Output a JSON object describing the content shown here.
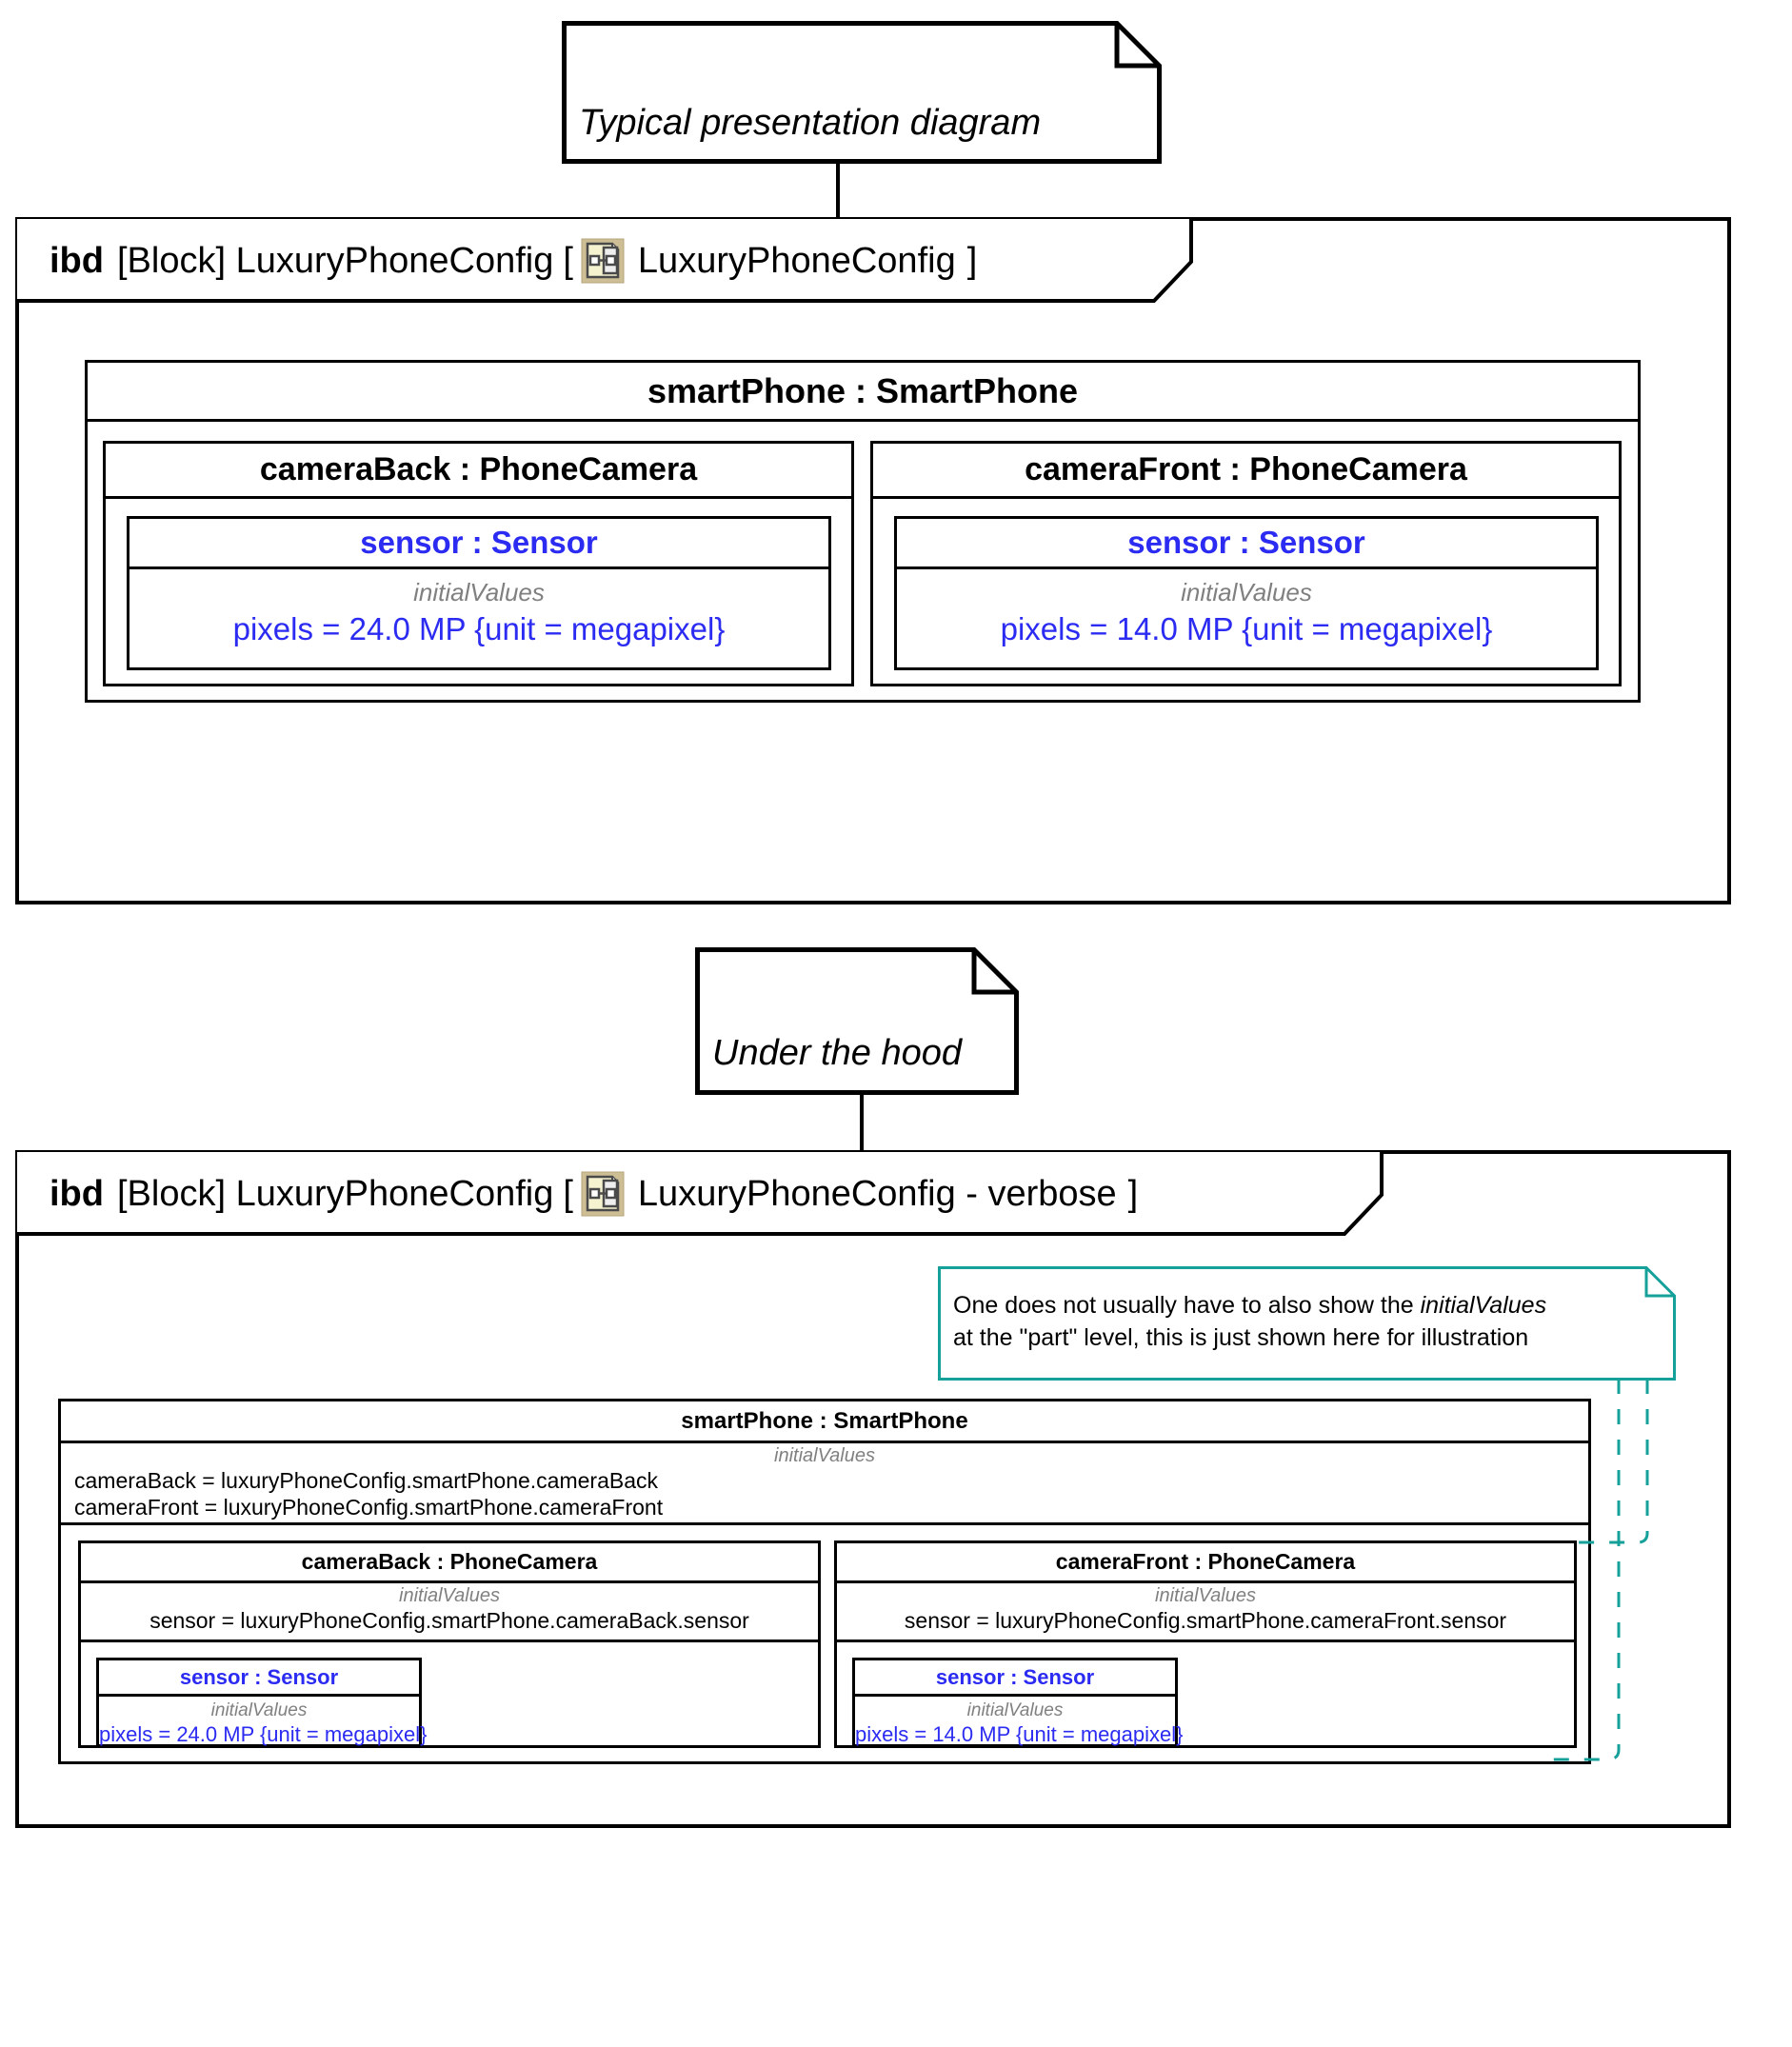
{
  "colors": {
    "black": "#000000",
    "blue": "#2b2bf2",
    "gray": "#808080",
    "teal": "#16a09a",
    "icon_bg": "#cdbe96",
    "icon_page": "#f5f2d0",
    "icon_page2": "#eeeeee"
  },
  "note_top": {
    "text": "Typical presentation diagram"
  },
  "note_mid": {
    "text": "Under the hood"
  },
  "note_teal": {
    "line1_a": "One does not usually have to also show the ",
    "line1_b": "initialValues",
    "line2": "at the \"part\" level, this is just shown here for illustration"
  },
  "diagram1": {
    "header": {
      "kind": "ibd",
      "scope": "[Block] LuxuryPhoneConfig",
      "bracket_open": "[",
      "icon": "ibd-reference-icon",
      "name": "LuxuryPhoneConfig",
      "bracket_close": "]"
    },
    "smartPhone": {
      "title": "smartPhone : SmartPhone",
      "cameraBack": {
        "title": "cameraBack : PhoneCamera",
        "sensor": {
          "title": "sensor : Sensor",
          "compartment_label": "initialValues",
          "values": [
            "pixels = 24.0 MP {unit = megapixel}"
          ]
        }
      },
      "cameraFront": {
        "title": "cameraFront : PhoneCamera",
        "sensor": {
          "title": "sensor : Sensor",
          "compartment_label": "initialValues",
          "values": [
            "pixels = 14.0 MP {unit = megapixel}"
          ]
        }
      }
    }
  },
  "diagram2": {
    "header": {
      "kind": "ibd",
      "scope": "[Block] LuxuryPhoneConfig",
      "bracket_open": "[",
      "icon": "ibd-reference-icon",
      "name": "LuxuryPhoneConfig - verbose",
      "bracket_close": "]"
    },
    "smartPhone": {
      "title": "smartPhone : SmartPhone",
      "compartment_label": "initialValues",
      "values": [
        "cameraBack = luxuryPhoneConfig.smartPhone.cameraBack",
        "cameraFront = luxuryPhoneConfig.smartPhone.cameraFront"
      ],
      "cameraBack": {
        "title": "cameraBack : PhoneCamera",
        "compartment_label": "initialValues",
        "values": [
          "sensor = luxuryPhoneConfig.smartPhone.cameraBack.sensor"
        ],
        "sensor": {
          "title": "sensor : Sensor",
          "compartment_label": "initialValues",
          "values": [
            "pixels = 24.0 MP {unit = megapixel}"
          ]
        }
      },
      "cameraFront": {
        "title": "cameraFront : PhoneCamera",
        "compartment_label": "initialValues",
        "values": [
          "sensor = luxuryPhoneConfig.smartPhone.cameraFront.sensor"
        ],
        "sensor": {
          "title": "sensor : Sensor",
          "compartment_label": "initialValues",
          "values": [
            "pixels = 14.0 MP {unit = megapixel}"
          ]
        }
      }
    }
  }
}
